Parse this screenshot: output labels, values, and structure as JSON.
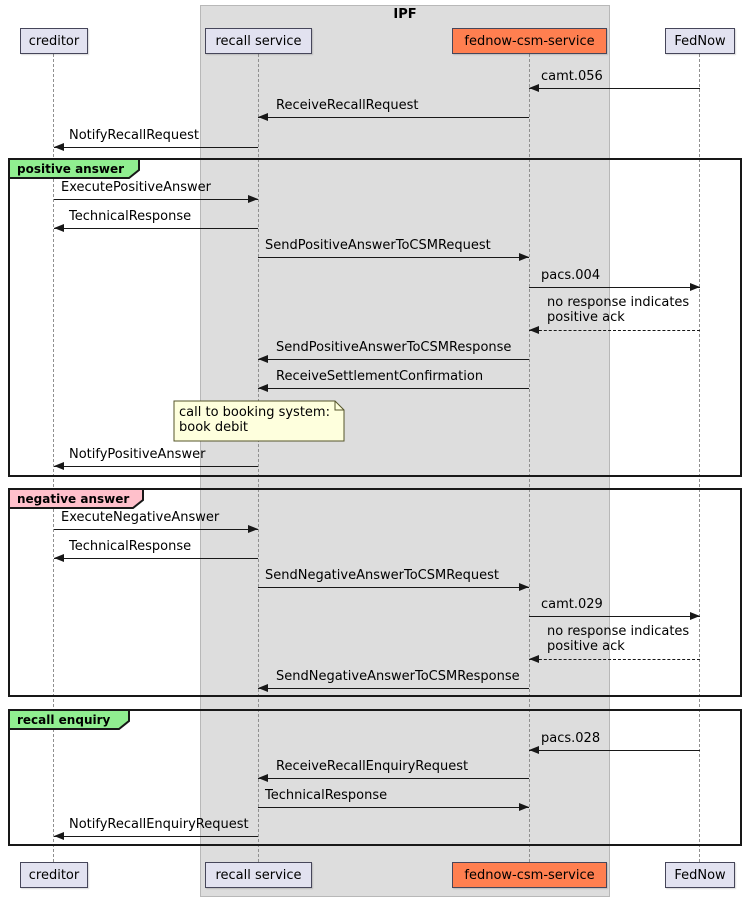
{
  "diagram": {
    "type": "sequence",
    "frame_title": "IPF",
    "participants": [
      {
        "name": "creditor"
      },
      {
        "name": "recall service"
      },
      {
        "name": "fednow-csm-service"
      },
      {
        "name": "FedNow"
      }
    ],
    "groups": [
      {
        "title": "positive answer",
        "color": "#90EE90"
      },
      {
        "title": "negative answer",
        "color": "#FFC0CB"
      },
      {
        "title": "recall enquiry",
        "color": "#90EE90"
      }
    ],
    "messages": [
      {
        "label": "camt.056",
        "from": "FedNow",
        "to": "fednow-csm-service",
        "style": "solid"
      },
      {
        "label": "ReceiveRecallRequest",
        "from": "fednow-csm-service",
        "to": "recall service",
        "style": "solid"
      },
      {
        "label": "NotifyRecallRequest",
        "from": "recall service",
        "to": "creditor",
        "style": "solid"
      },
      {
        "label": "ExecutePositiveAnswer",
        "from": "creditor",
        "to": "recall service",
        "style": "solid"
      },
      {
        "label": "TechnicalResponse",
        "from": "recall service",
        "to": "creditor",
        "style": "solid"
      },
      {
        "label": "SendPositiveAnswerToCSMRequest",
        "from": "recall service",
        "to": "fednow-csm-service",
        "style": "solid"
      },
      {
        "label": "pacs.004",
        "from": "fednow-csm-service",
        "to": "FedNow",
        "style": "solid"
      },
      {
        "label": "no response indicates\npositive ack",
        "from": "FedNow",
        "to": "fednow-csm-service",
        "style": "dashed"
      },
      {
        "label": "SendPositiveAnswerToCSMResponse",
        "from": "fednow-csm-service",
        "to": "recall service",
        "style": "solid"
      },
      {
        "label": "ReceiveSettlementConfirmation",
        "from": "fednow-csm-service",
        "to": "recall service",
        "style": "solid"
      },
      {
        "label": "NotifyPositiveAnswer",
        "from": "recall service",
        "to": "creditor",
        "style": "solid"
      },
      {
        "label": "ExecuteNegativeAnswer",
        "from": "creditor",
        "to": "recall service",
        "style": "solid"
      },
      {
        "label": "TechnicalResponse",
        "from": "recall service",
        "to": "creditor",
        "style": "solid"
      },
      {
        "label": "SendNegativeAnswerToCSMRequest",
        "from": "recall service",
        "to": "fednow-csm-service",
        "style": "solid"
      },
      {
        "label": "camt.029",
        "from": "fednow-csm-service",
        "to": "FedNow",
        "style": "solid"
      },
      {
        "label": "no response indicates\npositive ack",
        "from": "FedNow",
        "to": "fednow-csm-service",
        "style": "dashed"
      },
      {
        "label": "SendNegativeAnswerToCSMResponse",
        "from": "fednow-csm-service",
        "to": "recall service",
        "style": "solid"
      },
      {
        "label": "pacs.028",
        "from": "FedNow",
        "to": "fednow-csm-service",
        "style": "solid"
      },
      {
        "label": "ReceiveRecallEnquiryRequest",
        "from": "fednow-csm-service",
        "to": "recall service",
        "style": "solid"
      },
      {
        "label": "TechnicalResponse",
        "from": "recall service",
        "to": "fednow-csm-service",
        "style": "solid"
      },
      {
        "label": "NotifyRecallEnquiryRequest",
        "from": "recall service",
        "to": "creditor",
        "style": "solid"
      }
    ],
    "note": {
      "text": "call to booking system:\nbook debit"
    },
    "colors": {
      "participant_fill": "#E2E2F0",
      "csm_fill": "#FF7F50",
      "frame_fill": "#DDDDDD",
      "frame_border": "#B8B8B8",
      "group_green": "#90EE90",
      "group_pink": "#FFC0CB",
      "note_fill": "#FEFFDD",
      "line_color": "#181818",
      "lifeline_color": "#909090"
    }
  }
}
